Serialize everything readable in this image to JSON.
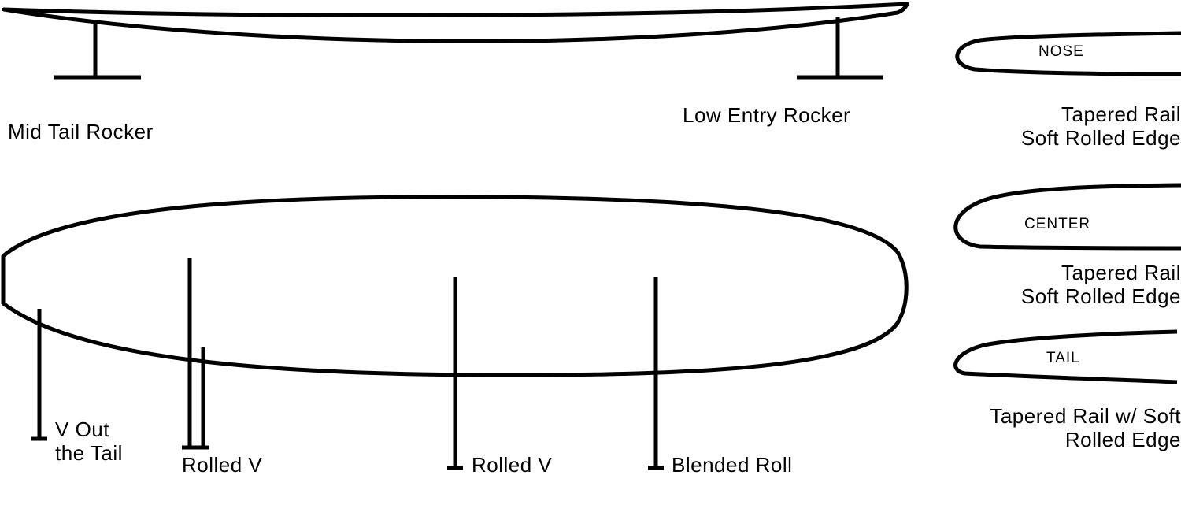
{
  "rocker": {
    "tail_label": "Mid Tail Rocker",
    "entry_label": "Low Entry Rocker"
  },
  "rails": [
    {
      "section": "NOSE",
      "caption_line1": "Tapered Rail",
      "caption_line2": "Soft Rolled Edge"
    },
    {
      "section": "CENTER",
      "caption_line1": "Tapered Rail",
      "caption_line2": "Soft Rolled Edge"
    },
    {
      "section": "TAIL",
      "caption_line1": "Tapered Rail w/ Soft",
      "caption_line2": "Rolled Edge"
    }
  ],
  "bottom_contours": {
    "v_out_line1": "V Out",
    "v_out_line2": "the Tail",
    "rolled_v_a": "Rolled V",
    "rolled_v_b": "Rolled V",
    "blended_roll": "Blended Roll"
  },
  "colors": {
    "stroke": "#000000",
    "background": "#ffffff"
  }
}
